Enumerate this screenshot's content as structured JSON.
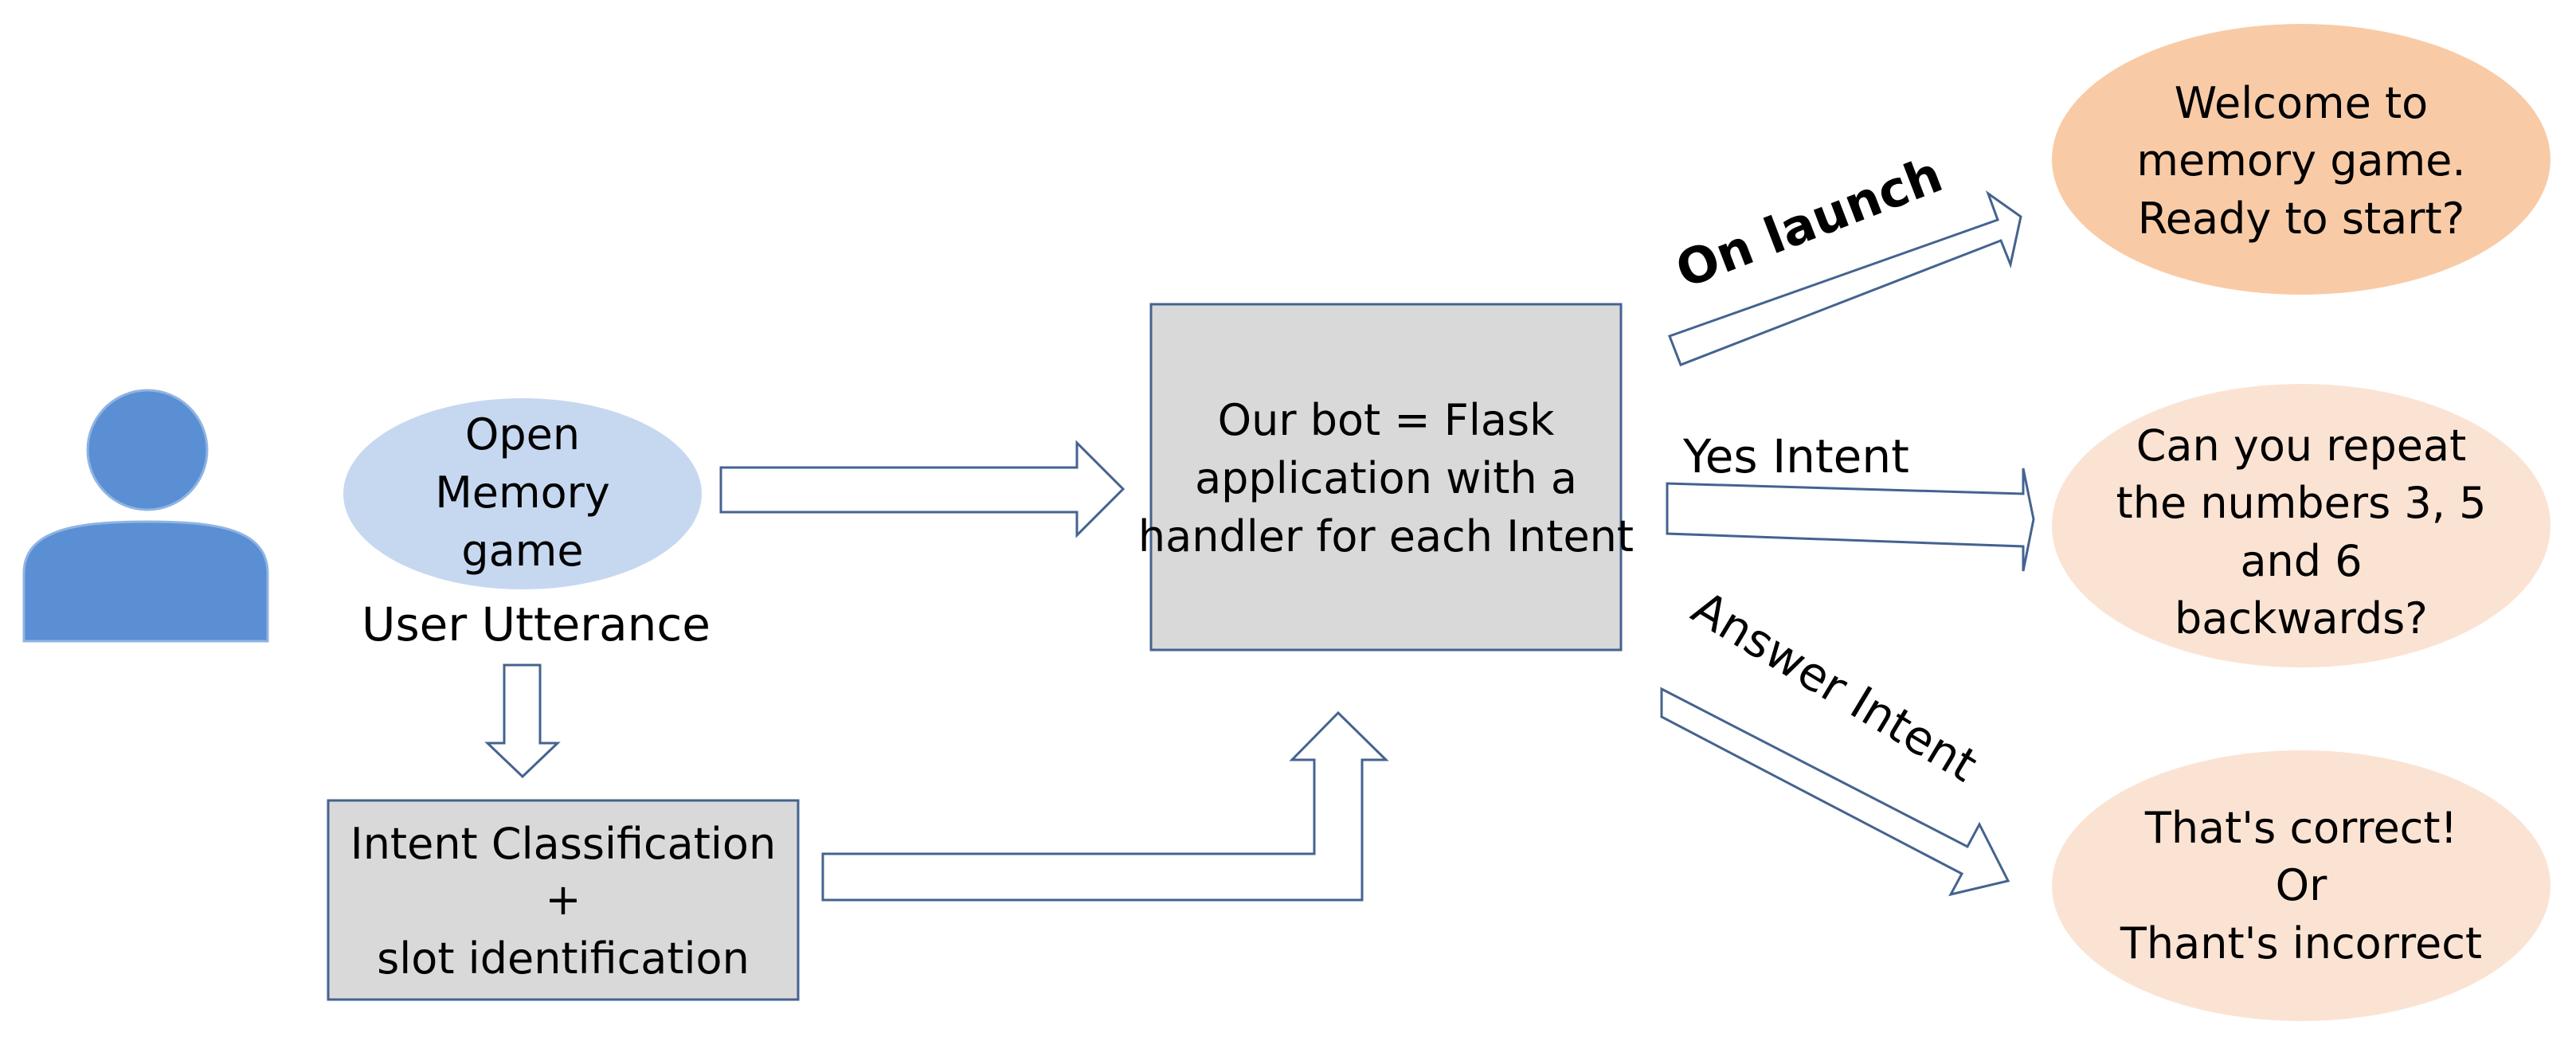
{
  "user": {
    "icon": "user-icon",
    "icon_color": "#5a8fd4",
    "utterance_lines": [
      "Open",
      "Memory",
      "game"
    ],
    "utterance_caption": "User Utterance",
    "utterance_color": "#c6d8f0"
  },
  "nlu": {
    "lines": [
      "Intent Classification",
      "+",
      "slot identification"
    ],
    "fill": "#d9d9d9"
  },
  "bot": {
    "lines": [
      "Our bot = Flask",
      "application with a",
      "handler for each Intent"
    ],
    "fill": "#d9d9d9"
  },
  "intents": [
    {
      "label": "On launch"
    },
    {
      "label": "Yes Intent"
    },
    {
      "label": "Answer Intent"
    }
  ],
  "responses": [
    {
      "lines": [
        "Welcome to",
        "memory game.",
        "Ready to start?"
      ],
      "fill": "#f8cba6"
    },
    {
      "lines": [
        "Can you repeat",
        "the numbers 3, 5",
        "and 6",
        "backwards?"
      ],
      "fill": "#fbe3d3"
    },
    {
      "lines": [
        "That's correct!",
        "Or",
        "Thant's incorrect"
      ],
      "fill": "#fbe3d3"
    }
  ],
  "arrow_stroke": "#44638f"
}
